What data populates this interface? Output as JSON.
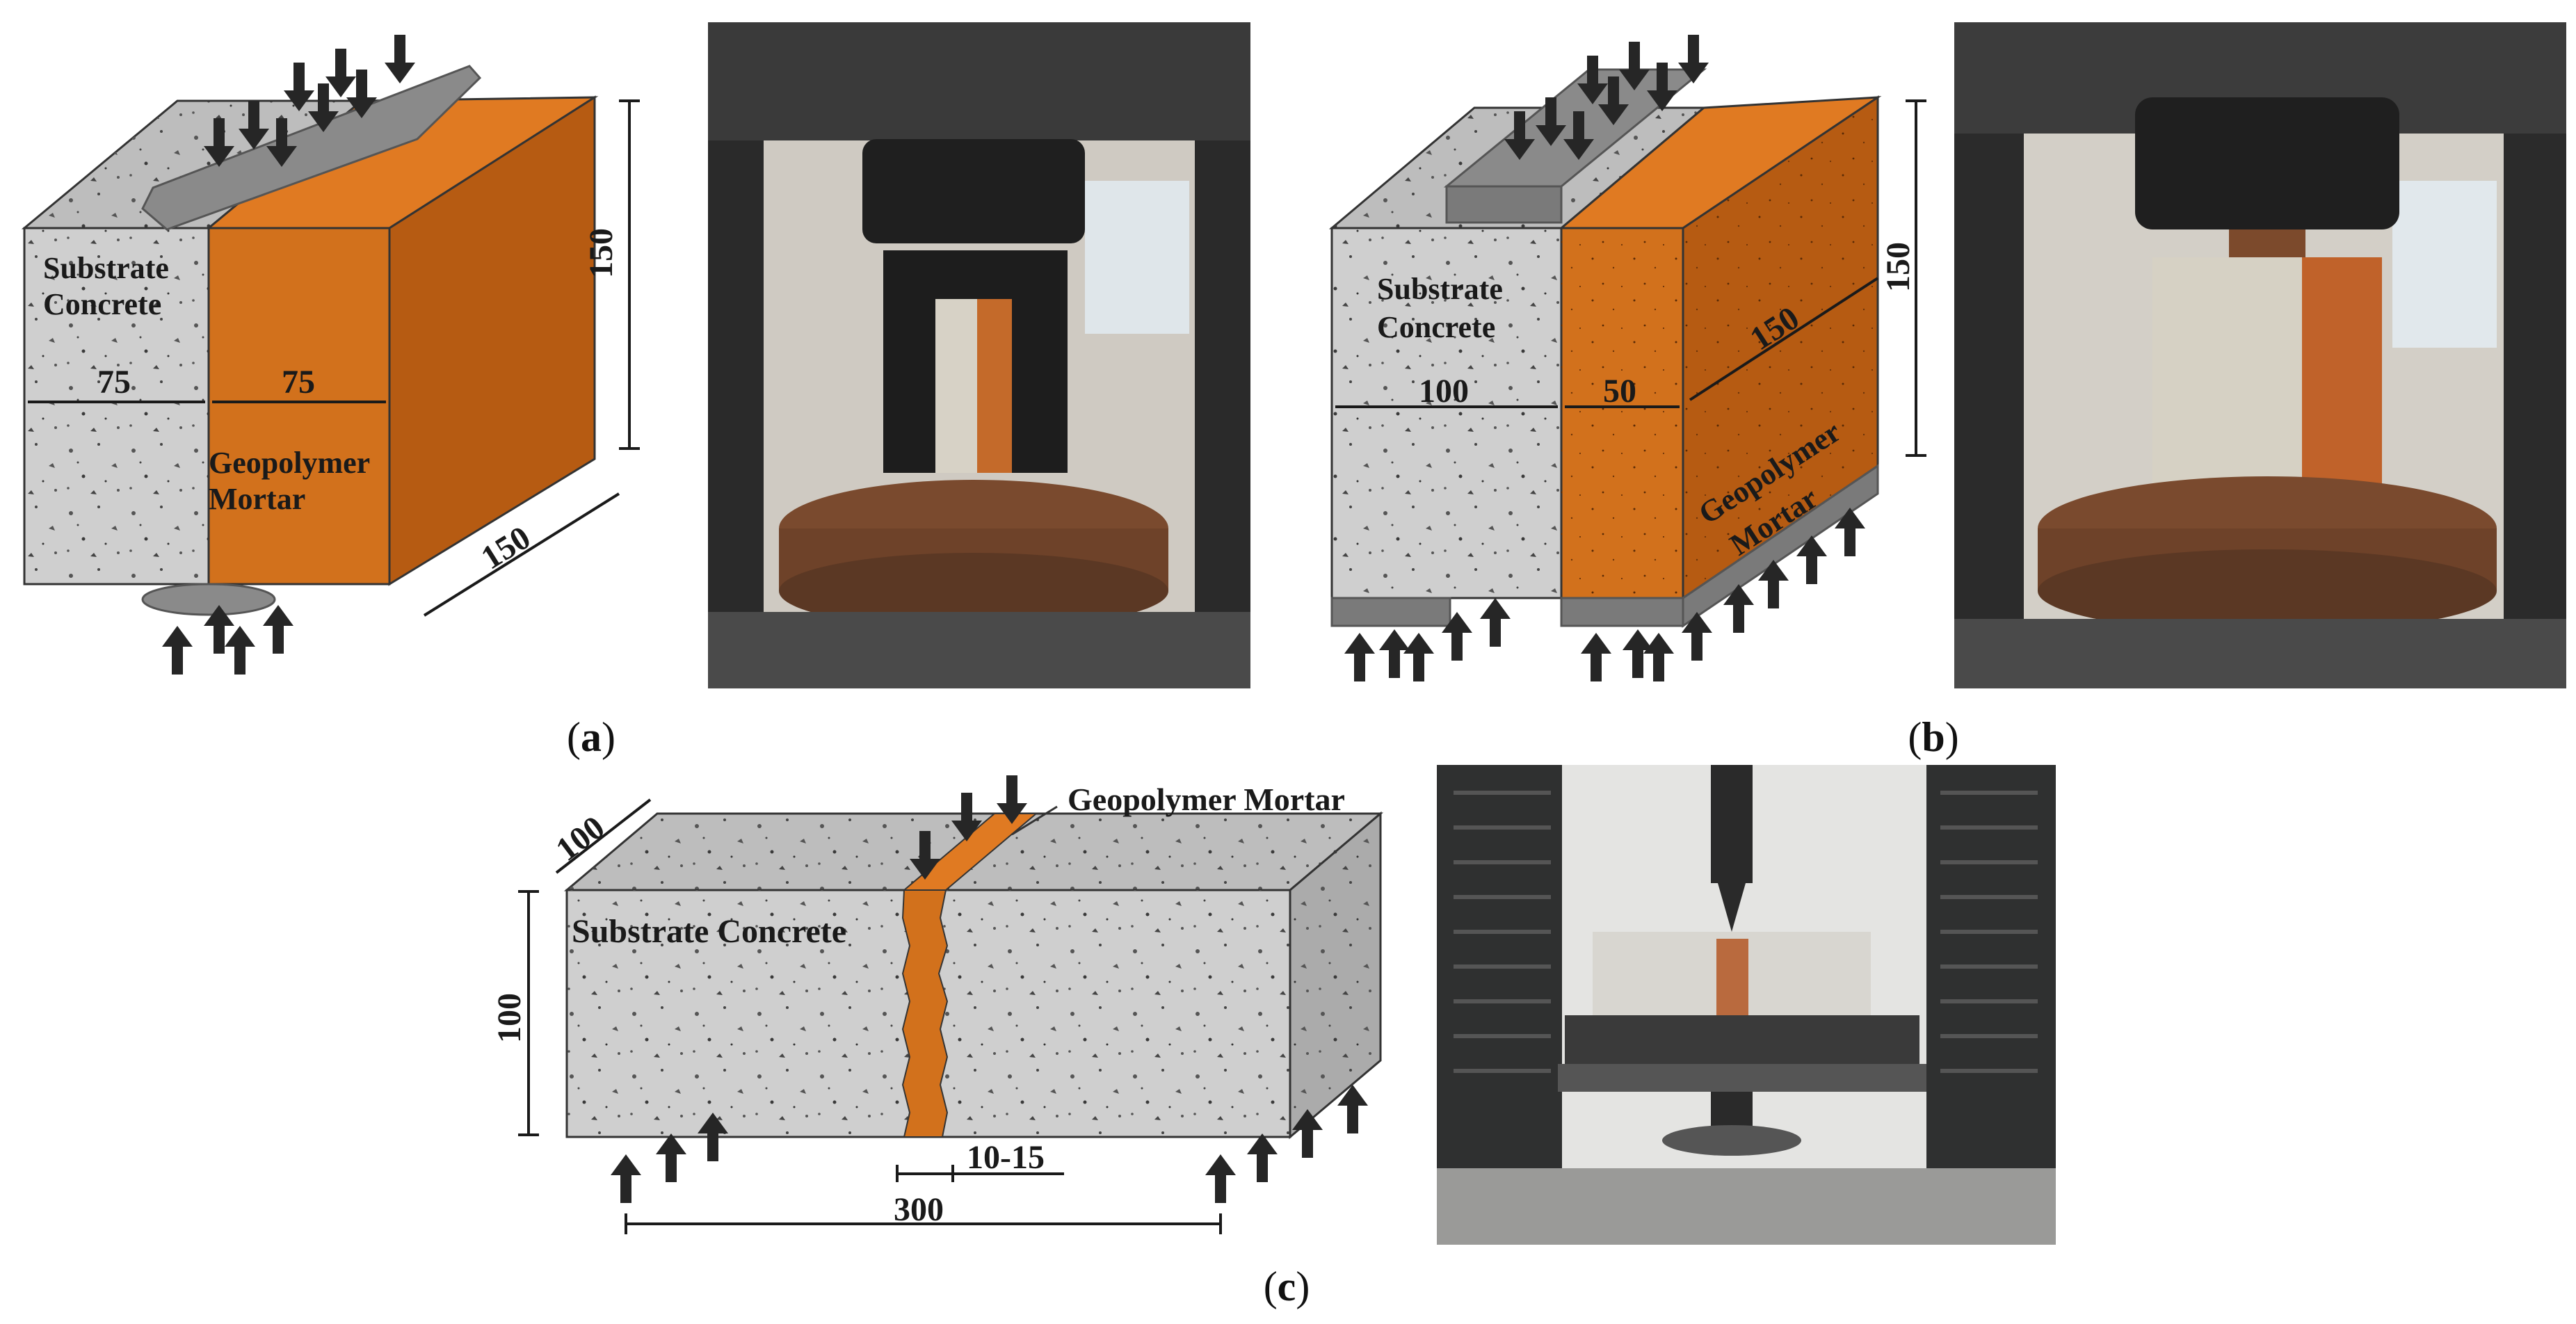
{
  "panels": {
    "a": {
      "caption_prefix": "(",
      "caption_letter": "a",
      "caption_suffix": ")",
      "substrate_line1": "Substrate",
      "substrate_line2": "Concrete",
      "mortar_line1": "Geopolymer",
      "mortar_line2": "Mortar",
      "dim_left": "75",
      "dim_right": "75",
      "dim_height": "150",
      "dim_depth": "150"
    },
    "b": {
      "caption_prefix": "(",
      "caption_letter": "b",
      "caption_suffix": ")",
      "substrate_line1": "Substrate",
      "substrate_line2": "Concrete",
      "mortar_line1": "Geopolymer",
      "mortar_line2": "Mortar",
      "dim_left": "100",
      "dim_right": "50",
      "dim_depth": "150",
      "dim_height": "150"
    },
    "c": {
      "caption_prefix": "(",
      "caption_letter": "c",
      "caption_suffix": ")",
      "substrate_label": "Substrate Concrete",
      "mortar_label": "Geopolymer Mortar",
      "dim_width": "100",
      "dim_height": "100",
      "dim_joint": "10-15",
      "dim_span": "300"
    }
  },
  "colors": {
    "concrete_front": "#cfcfcf",
    "concrete_top": "#bdbdbd",
    "concrete_side": "#a9a9a9",
    "mortar_front": "#d2711c",
    "mortar_side": "#b85e13",
    "plate": "#7a7a7a",
    "arrow": "#262626"
  },
  "icons": {
    "load_arrow": "down-arrow-icon",
    "support_arrow": "up-arrow-icon"
  }
}
